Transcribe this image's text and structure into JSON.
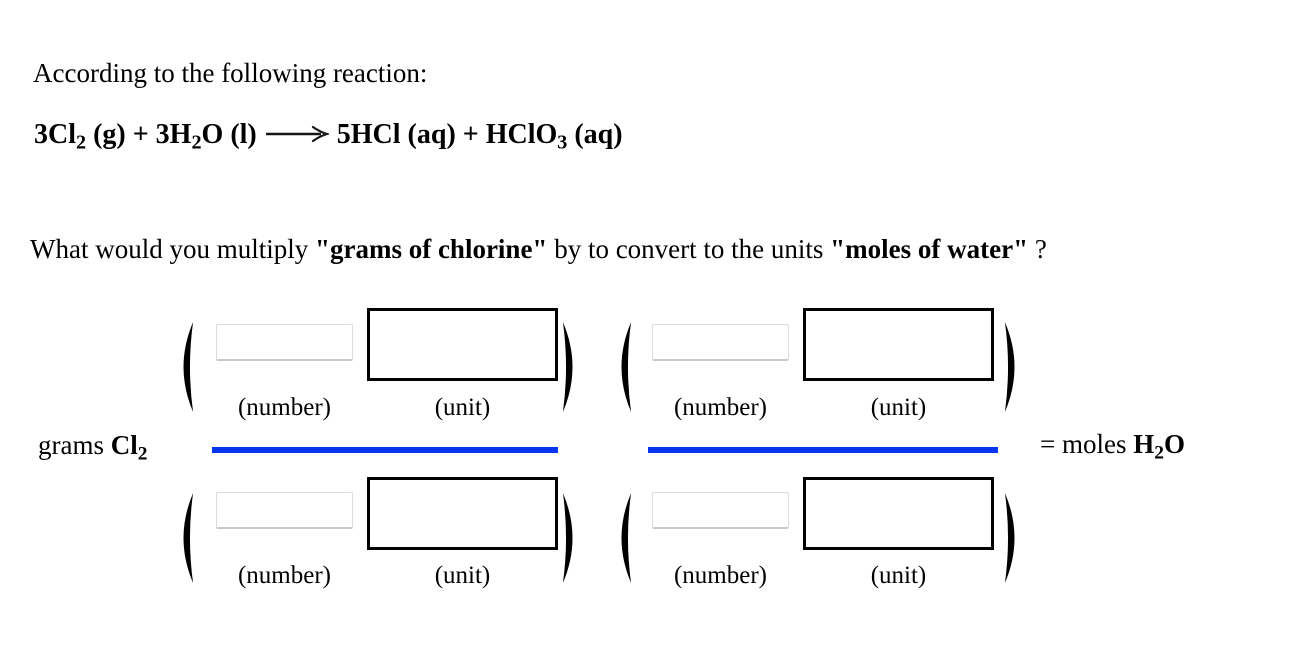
{
  "intro": {
    "text": "According to the following reaction:"
  },
  "reaction": {
    "seg1": "3Cl",
    "sub1": "2",
    "seg2": " (g) + 3H",
    "sub2": "2",
    "seg3": "O (l)",
    "seg4": "5HCl (aq) + HClO",
    "sub3": "3",
    "seg5": " (aq)"
  },
  "question": {
    "part1": "What would you multiply ",
    "bold1": "\"grams of chlorine\"",
    "part2": " by to convert to the units ",
    "bold2": "\"moles of water\"",
    "part3": " ?"
  },
  "conversion": {
    "left_label": {
      "prefix": "grams ",
      "formula": "Cl",
      "subscript": "2"
    },
    "right_label": {
      "prefix": "= moles ",
      "h": "H",
      "subscript": "2",
      "o": "O"
    },
    "number_label": "(number)",
    "unit_label": "(unit)",
    "factors": [
      {
        "numerator": {
          "number": "",
          "unit": ""
        },
        "denominator": {
          "number": "",
          "unit": ""
        }
      },
      {
        "numerator": {
          "number": "",
          "unit": ""
        },
        "denominator": {
          "number": "",
          "unit": ""
        }
      }
    ]
  },
  "icons": {
    "reaction_arrow": "long-right-arrow",
    "open_paren": "(",
    "close_paren": ")"
  },
  "colors": {
    "fraction_bar_blue": "#0535f0",
    "unit_box_border": "#000000",
    "number_input_border": "#dcdcdc",
    "text": "#000000",
    "background": "#ffffff"
  }
}
